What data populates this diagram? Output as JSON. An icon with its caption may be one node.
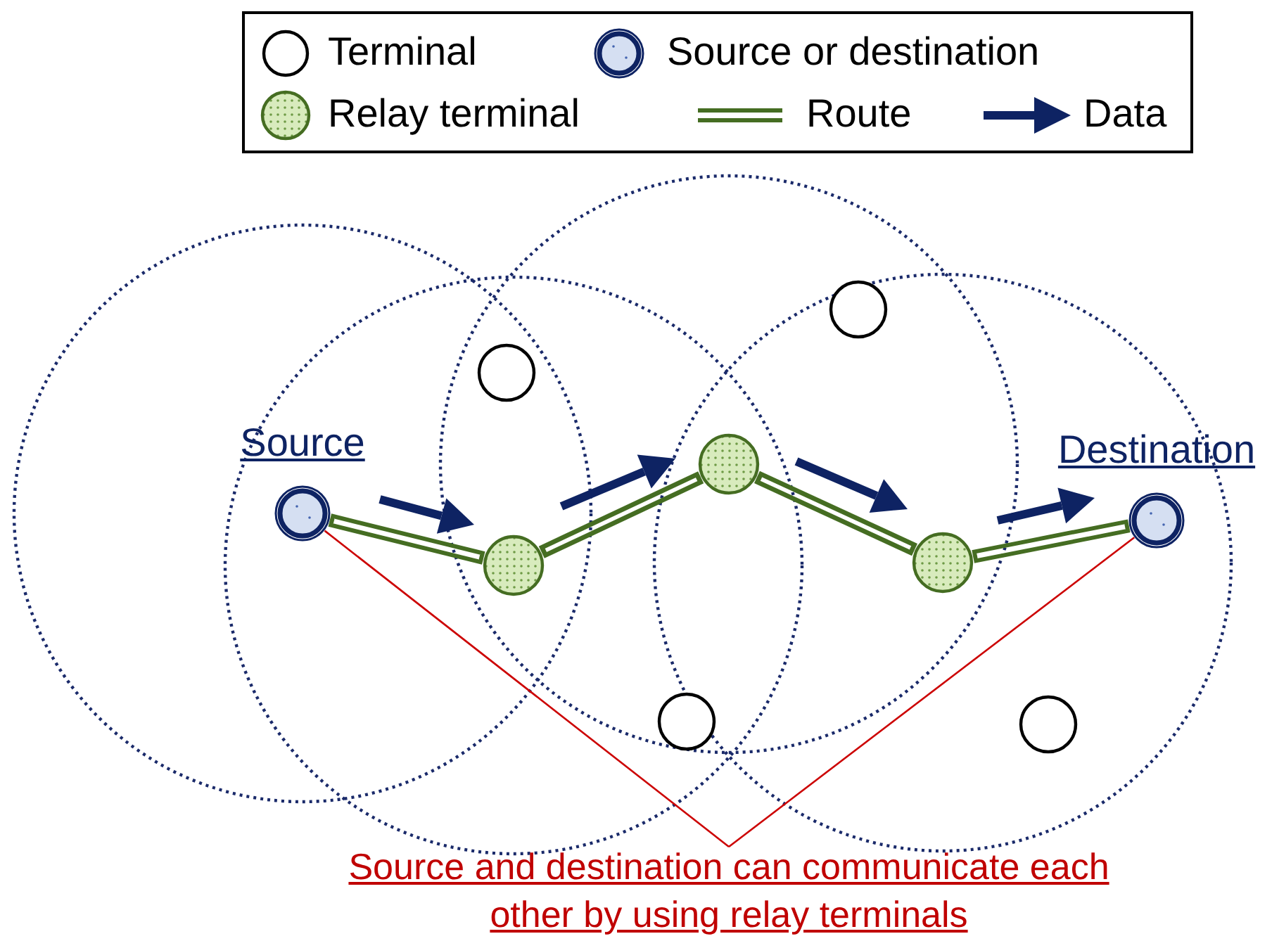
{
  "diagram": {
    "nodes": [
      {
        "text": [
          "Source"
        ]
      },
      {
        "text": [],
        "shape": "circle"
      },
      {
        "text": [],
        "shape": "circle"
      },
      {
        "text": [],
        "shape": "circle"
      },
      {
        "text": [],
        "shape": "circle"
      },
      {
        "text": [],
        "shape": "circle"
      },
      {
        "text": [],
        "shape": "circle"
      },
      {
        "text": [],
        "shape": "circle"
      },
      {
        "text": [
          "Destination"
        ]
      },
      {
        "text": [
          "Source and destination can communicate each other by using relay terminals"
        ]
      }
    ],
    "edges": [
      {
        "from": 0,
        "to": 2,
        "arrow": "none"
      },
      {
        "from": 2,
        "to": 4,
        "arrow": "none"
      },
      {
        "from": 4,
        "to": 6,
        "arrow": "none"
      },
      {
        "from": 6,
        "to": 8,
        "arrow": "none"
      },
      {
        "from": 9,
        "to": 0,
        "arrow": "none",
        "color": "#cc0000"
      },
      {
        "from": 9,
        "to": 8,
        "arrow": "none",
        "color": "#cc0000"
      }
    ],
    "legend": [
      {
        "text": "Terminal"
      },
      {
        "text": "Source or destination"
      },
      {
        "text": "Relay terminal"
      },
      {
        "text": "Route"
      },
      {
        "text": "Data"
      }
    ]
  }
}
